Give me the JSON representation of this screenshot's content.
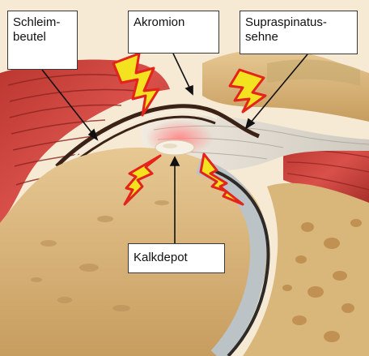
{
  "labels": {
    "schleimbeutel": "Schleim-\nbeutel",
    "akromion": "Akromion",
    "supraspinatus": "Supraspinatus-\nsehne",
    "kalkdepot": "Kalkdepot"
  },
  "colors": {
    "background": "#f6ead5",
    "muscle": "#c8403a",
    "bone": "#d8b277",
    "tendon": "#d8d6d0",
    "bursa": "#3a2216",
    "pain_bolt": "#f2e21f",
    "pain_outline": "#e4231b"
  }
}
